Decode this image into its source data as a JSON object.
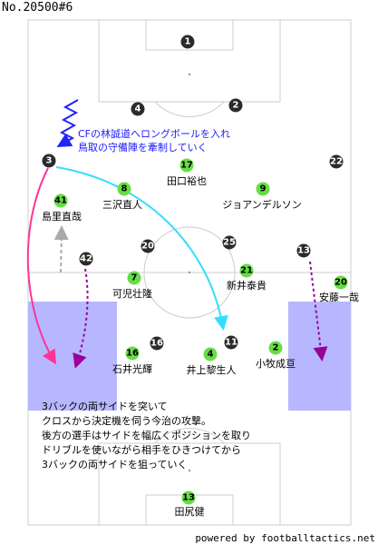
{
  "title": "No.20500#6",
  "credit": "powered by footballtactics.net",
  "colors": {
    "green_player": "#66dd44",
    "dark_player": "#2b2b2b",
    "zone": "#aaaaff",
    "arrow_pink": "#ff3399",
    "arrow_cyan": "#33ddff",
    "arrow_purple": "#990099",
    "arrow_grey": "#aaaaaa",
    "zigzag": "#2222ff"
  },
  "green_players": [
    {
      "num": "17",
      "name": "田口裕也"
    },
    {
      "num": "8",
      "name": "三沢直人"
    },
    {
      "num": "9",
      "name": "ジョアンデルソン"
    },
    {
      "num": "41",
      "name": "島里直哉"
    },
    {
      "num": "7",
      "name": "可児壮隆"
    },
    {
      "num": "21",
      "name": "新井泰貴"
    },
    {
      "num": "20",
      "name": "安藤一哉"
    },
    {
      "num": "16",
      "name": "石井光輝"
    },
    {
      "num": "4",
      "name": "井上黎生人"
    },
    {
      "num": "2",
      "name": "小牧成亘"
    },
    {
      "num": "13",
      "name": "田尻健"
    }
  ],
  "dark_players": [
    "1",
    "4",
    "2",
    "3",
    "22",
    "20",
    "25",
    "13",
    "42",
    "16",
    "11"
  ],
  "note_top": [
    "CFの林誠道へロングボールを入れ",
    "鳥取の守備陣を牽制していく"
  ],
  "note_bottom": [
    "3バックの両サイドを突いて",
    "クロスから決定機を伺う今治の攻撃。",
    "後方の選手はサイドを幅広くポジションを取り",
    "ドリブルを使いながら相手をひきつけてから",
    "3バックの両サイドを狙っていく"
  ]
}
